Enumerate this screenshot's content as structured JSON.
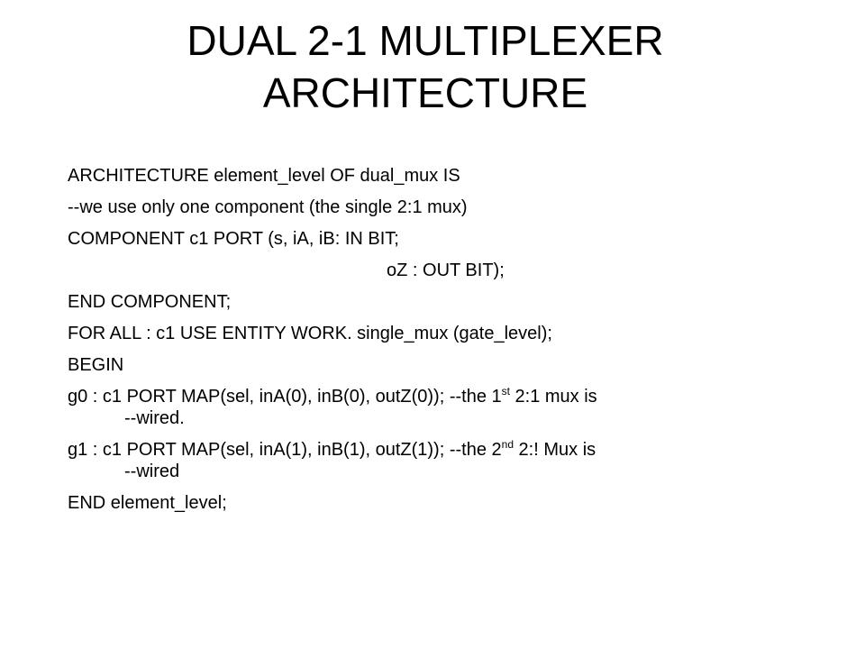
{
  "title": {
    "line1": "DUAL 2-1 MULTIPLEXER",
    "line2": "ARCHITECTURE"
  },
  "code": {
    "l1": "ARCHITECTURE element_level OF dual_mux IS",
    "l2": "--we use only one component (the single 2:1 mux)",
    "l3": "COMPONENT c1 PORT (s, iA, iB: IN BIT;",
    "l4": "oZ : OUT BIT);",
    "l5": "END COMPONENT;",
    "l6": "FOR ALL : c1 USE ENTITY WORK. single_mux (gate_level);",
    "l7": "BEGIN",
    "g0": {
      "pre": "g0 :  c1 PORT MAP(sel, inA(0), inB(0), outZ(0)); --the 1",
      "sup": "st",
      "post": " 2:1 mux is",
      "cont": "--wired."
    },
    "g1": {
      "pre": "g1 :  c1 PORT MAP(sel, inA(1), inB(1), outZ(1)); --the 2",
      "sup": "nd",
      "post": " 2:! Mux is",
      "cont": "--wired"
    },
    "l10": "END element_level;"
  }
}
